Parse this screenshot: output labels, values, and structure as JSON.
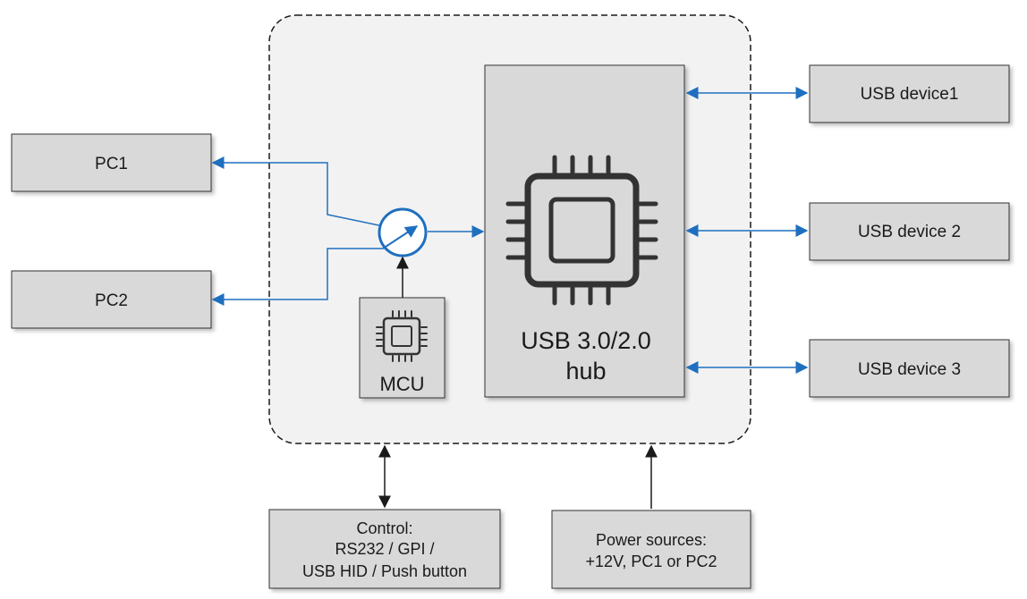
{
  "pc1": {
    "label": "PC1"
  },
  "pc2": {
    "label": "PC2"
  },
  "mcu": {
    "label": "MCU"
  },
  "hub": {
    "line1": "USB 3.0/2.0",
    "line2": "hub"
  },
  "usb_device_1": {
    "label": "USB device1"
  },
  "usb_device_2": {
    "label": "USB device 2"
  },
  "usb_device_3": {
    "label": "USB device 3"
  },
  "control": {
    "line1": "Control:",
    "line2": "RS232 / GPI /",
    "line3": "USB HID / Push button"
  },
  "power": {
    "line1": "Power sources:",
    "line2": "+12V, PC1 or PC2"
  },
  "colors": {
    "box_fill": "#d9d9d9",
    "container_fill": "#f2f2f2",
    "link_blue": "#1f6fbf",
    "black": "#1a1a1a"
  },
  "icons": {
    "hub_chip": "chip-icon",
    "mcu_chip": "chip-icon",
    "switch": "switch-icon"
  }
}
